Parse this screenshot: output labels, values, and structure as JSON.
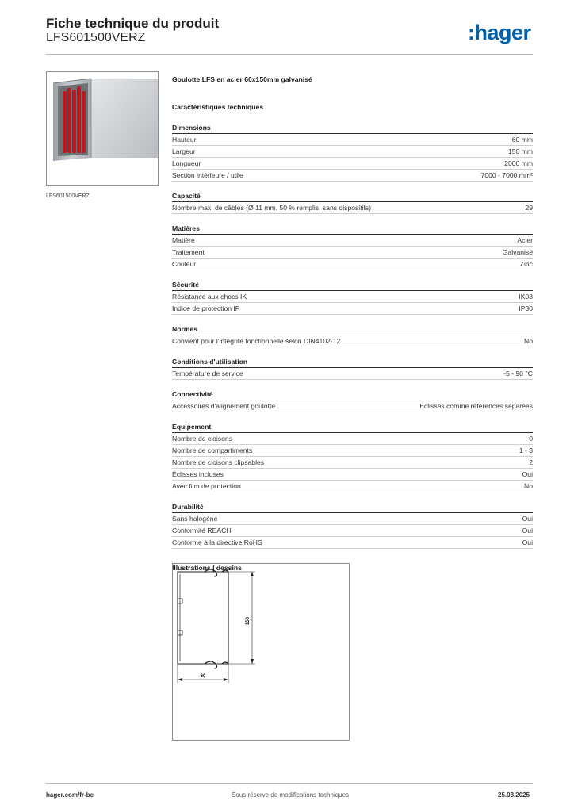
{
  "header": {
    "title": "Fiche technique du produit",
    "reference": "LFS601500VERZ",
    "logo_text": ":hager"
  },
  "photo": {
    "caption": "LFS601500VERZ"
  },
  "product": {
    "title": "Goulotte LFS en acier 60x150mm galvanisé",
    "specs_heading": "Caractéristiques techniques"
  },
  "groups": [
    {
      "title": "Dimensions",
      "rows": [
        {
          "label": "Hauteur",
          "value": "60 mm"
        },
        {
          "label": "Largeur",
          "value": "150 mm"
        },
        {
          "label": "Longueur",
          "value": "2000 mm"
        },
        {
          "label": "Section intérieure / utile",
          "value": "7000 - 7000 mm²"
        }
      ]
    },
    {
      "title": "Capacité",
      "rows": [
        {
          "label": "Nombre max. de câbles (Ø 11 mm, 50 % remplis, sans dispositifs)",
          "value": "29"
        }
      ]
    },
    {
      "title": "Matières",
      "rows": [
        {
          "label": "Matière",
          "value": "Acier"
        },
        {
          "label": "Traitement",
          "value": "Galvanisé"
        },
        {
          "label": "Couleur",
          "value": "Zinc"
        }
      ]
    },
    {
      "title": "Sécurité",
      "rows": [
        {
          "label": "Résistance aux chocs IK",
          "value": "IK08"
        },
        {
          "label": "Indice de protection IP",
          "value": "IP30"
        }
      ]
    },
    {
      "title": "Normes",
      "rows": [
        {
          "label": "Convient pour l'intégrité fonctionnelle selon DIN4102-12",
          "value": "No"
        }
      ]
    },
    {
      "title": "Conditions d'utilisation",
      "rows": [
        {
          "label": "Température de service",
          "value": "-5 - 90 °C"
        }
      ]
    },
    {
      "title": "Connectivité",
      "rows": [
        {
          "label": "Accessoires d'alignement goulotte",
          "value": "Eclisses comme références séparées"
        }
      ]
    },
    {
      "title": "Equipement",
      "rows": [
        {
          "label": "Nombre de cloisons",
          "value": "0"
        },
        {
          "label": "Nombre de compartiments",
          "value": "1 - 3"
        },
        {
          "label": "Nombre de cloisons clipsables",
          "value": "2"
        },
        {
          "label": "Éclisses incluses",
          "value": "Oui"
        },
        {
          "label": "Avec film de protection",
          "value": "No"
        }
      ]
    },
    {
      "title": "Durabilité",
      "rows": [
        {
          "label": "Sans halogène",
          "value": "Oui"
        },
        {
          "label": "Conformité REACH",
          "value": "Oui"
        },
        {
          "label": "Conforme à la directive RoHS",
          "value": "Oui"
        }
      ]
    }
  ],
  "illustrations": {
    "heading": "Illustrations | dessins",
    "dim_height": "150",
    "dim_width": "60"
  },
  "footer": {
    "website": "hager.com/fr-be",
    "disclaimer": "Sous réserve de modifications techniques",
    "date": "25.08.2025"
  }
}
